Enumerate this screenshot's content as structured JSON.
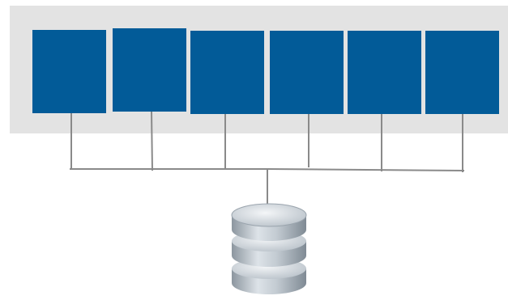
{
  "diagram": {
    "blocks": [
      {
        "id": "block-1"
      },
      {
        "id": "block-2"
      },
      {
        "id": "block-3"
      },
      {
        "id": "block-4"
      },
      {
        "id": "block-5"
      },
      {
        "id": "block-6"
      }
    ],
    "storage": {
      "icon": "database-icon",
      "platters": 3
    },
    "colors": {
      "panel": "#e3e3e3",
      "block": "#025b98",
      "connector": "#8a8a8a",
      "database": "#a9b3bc"
    }
  }
}
